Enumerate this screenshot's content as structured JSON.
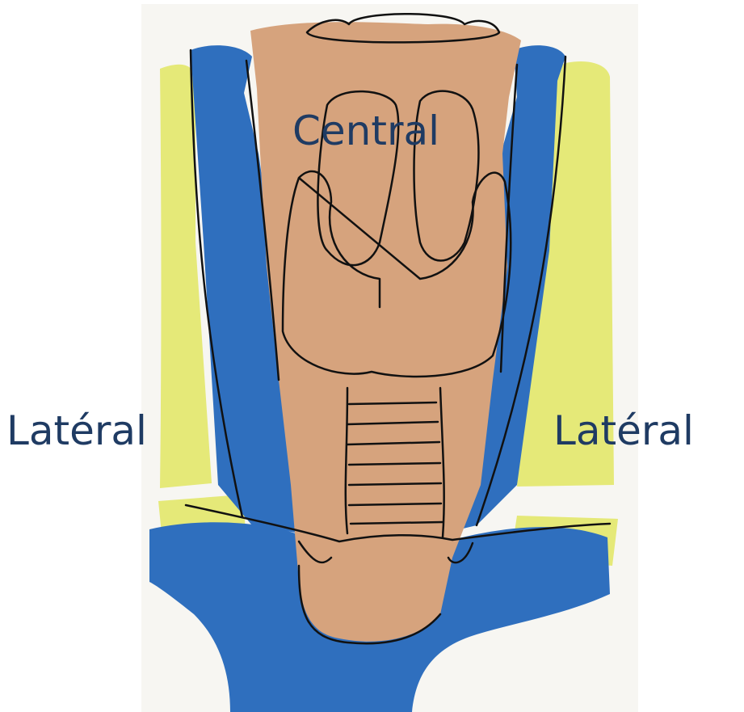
{
  "labels": {
    "central": "Central",
    "lateral_left": "Latéral",
    "lateral_right": "Latéral"
  },
  "colors": {
    "label_text": "#1f3b63",
    "tissue_tan": "#d6a37d",
    "vessel_blue": "#2f6fbe",
    "muscle_yellow": "#e2e86a",
    "paper": "#f7f6f2",
    "ink": "#111111"
  }
}
